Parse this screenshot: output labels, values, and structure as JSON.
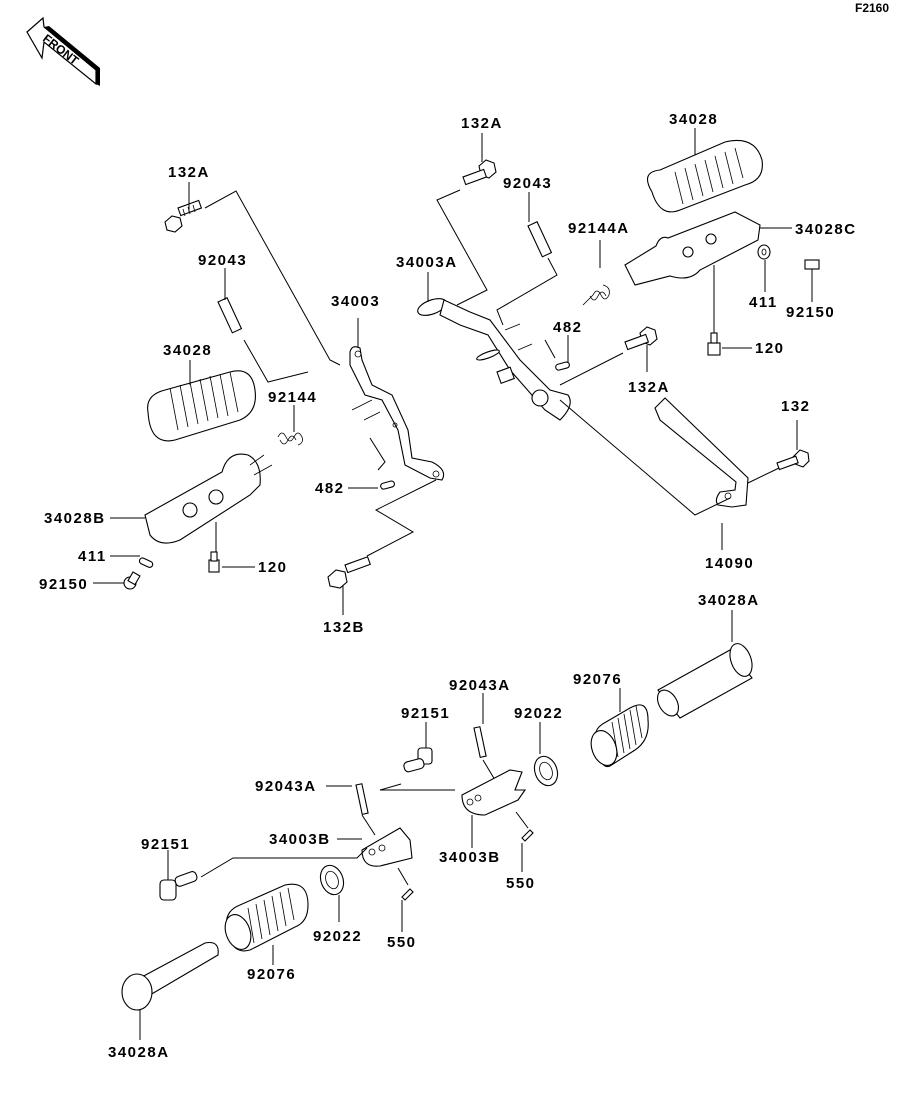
{
  "diagram": {
    "figure_code": "F2160",
    "front_indicator": "FRONT",
    "labels": {
      "l_132A_left": "132A",
      "l_92043_left": "92043",
      "l_34028_left": "34028",
      "l_92144": "92144",
      "l_34003": "34003",
      "l_482_left": "482",
      "l_34028B": "34028B",
      "l_411_left": "411",
      "l_92150_left": "92150",
      "l_120_left": "120",
      "l_132B": "132B",
      "l_132A_top": "132A",
      "l_92043_top": "92043",
      "l_34003A": "34003A",
      "l_92144A": "92144A",
      "l_34028_right": "34028",
      "l_34028C": "34028C",
      "l_411_right": "411",
      "l_92150_right": "92150",
      "l_120_right": "120",
      "l_482_right": "482",
      "l_132A_mid": "132A",
      "l_132": "132",
      "l_14090": "14090",
      "l_34028A_right": "34028A",
      "l_92076_right": "92076",
      "l_92022_right": "92022",
      "l_92043A_top": "92043A",
      "l_92151_top": "92151",
      "l_92043A_left": "92043A",
      "l_34003B_left": "34003B",
      "l_34003B_right": "34003B",
      "l_550_right": "550",
      "l_92151_bottom": "92151",
      "l_92022_bottom": "92022",
      "l_550_bottom": "550",
      "l_92076_bottom": "92076",
      "l_34028A_bottom": "34028A"
    }
  }
}
